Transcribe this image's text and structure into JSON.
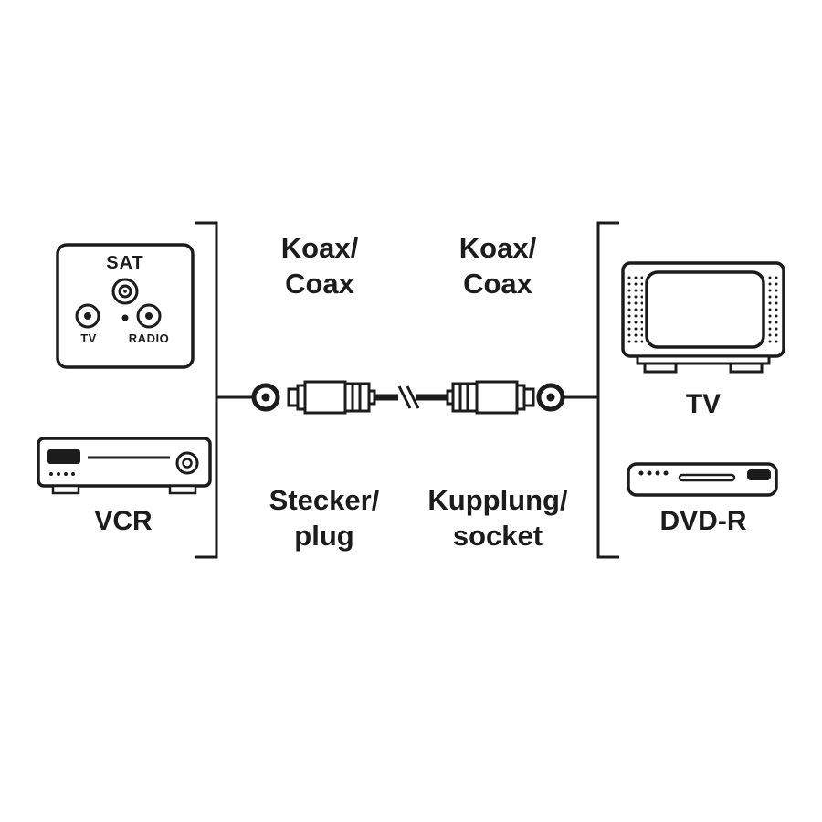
{
  "connection_labels": {
    "left_type": {
      "line1": "Koax/",
      "line2": "Coax"
    },
    "right_type": {
      "line1": "Koax/",
      "line2": "Coax"
    },
    "left_end": {
      "line1": "Stecker/",
      "line2": "plug"
    },
    "right_end": {
      "line1": "Kupplung/",
      "line2": "socket"
    }
  },
  "devices": {
    "sat_socket": {
      "title": "SAT",
      "port_left": "TV",
      "port_right": "RADIO"
    },
    "vcr": {
      "label": "VCR"
    },
    "tv": {
      "label": "TV"
    },
    "dvd_recorder": {
      "label": "DVD-R"
    }
  },
  "colors": {
    "ink": "#1c1c1c",
    "background": "#ffffff"
  }
}
